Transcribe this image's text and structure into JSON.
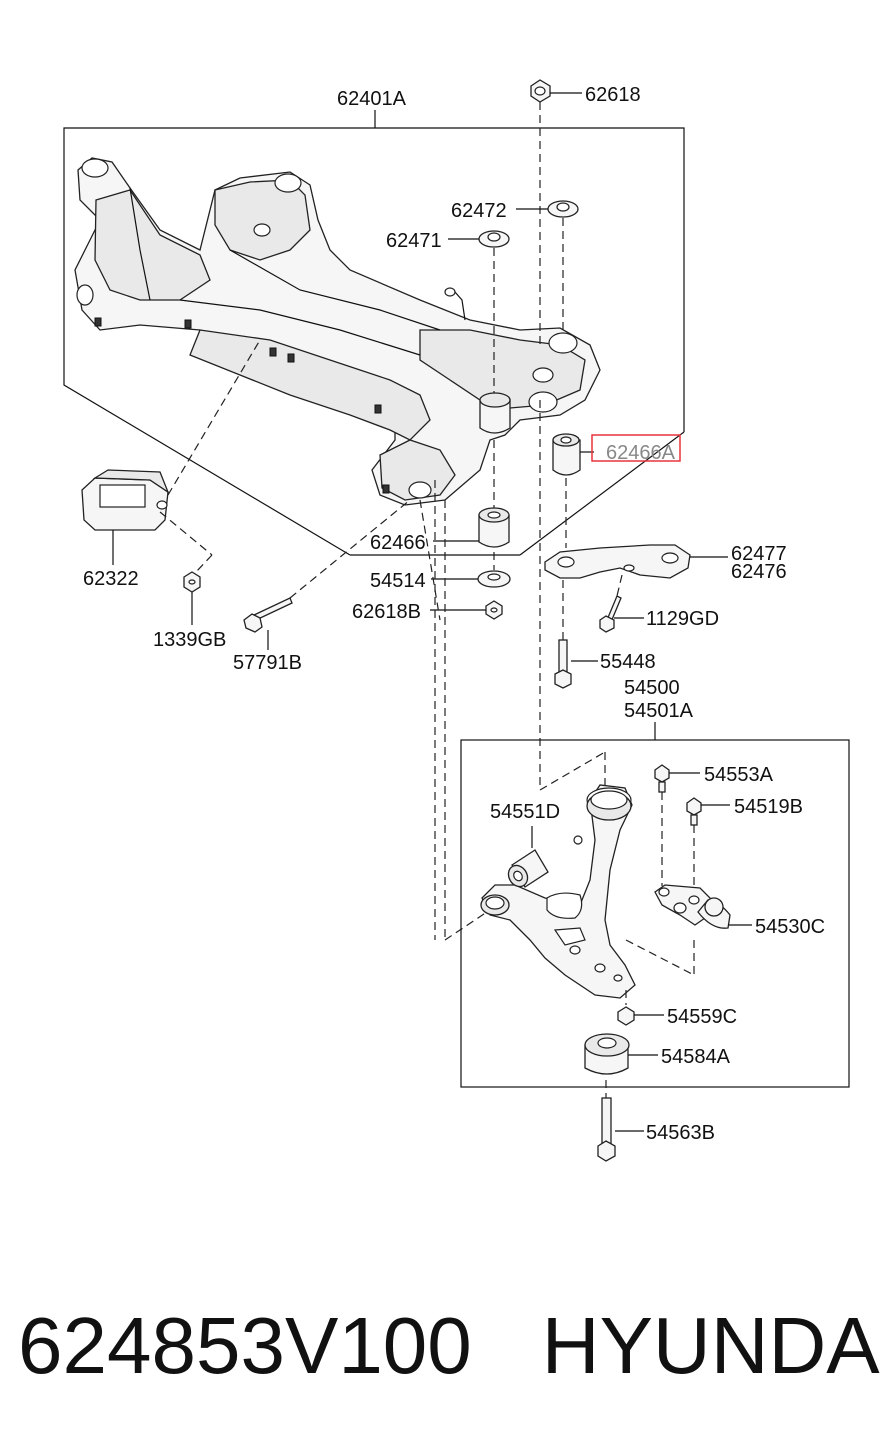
{
  "labels": {
    "subframe_assy": "62401A",
    "nut_top": "62618",
    "stopper_62472": "62472",
    "stopper_62471": "62471",
    "bushing_highlighted": "62466A",
    "bushing_62466": "62466",
    "stay_upper": "62477",
    "stay_lower": "62476",
    "bracket_62322": "62322",
    "washer_54514": "54514",
    "nut_62618b": "62618B",
    "bolt_1129gd": "1129GD",
    "nut_1339gb": "1339GB",
    "bolt_57791b": "57791B",
    "bolt_55448": "55448",
    "arm_assy_upper": "54500",
    "arm_assy_lower": "54501A",
    "bolt_54553a": "54553A",
    "bolt_54519b": "54519B",
    "bushing_54551d": "54551D",
    "balljoint_54530c": "54530C",
    "nut_54559c": "54559C",
    "bushing_54584a": "54584A",
    "bolt_54563b": "54563B"
  },
  "footer": {
    "part_number": "624853V100",
    "brand": "HYUNDAI"
  },
  "colors": {
    "highlight": "#e8343a",
    "ink": "#111111"
  }
}
